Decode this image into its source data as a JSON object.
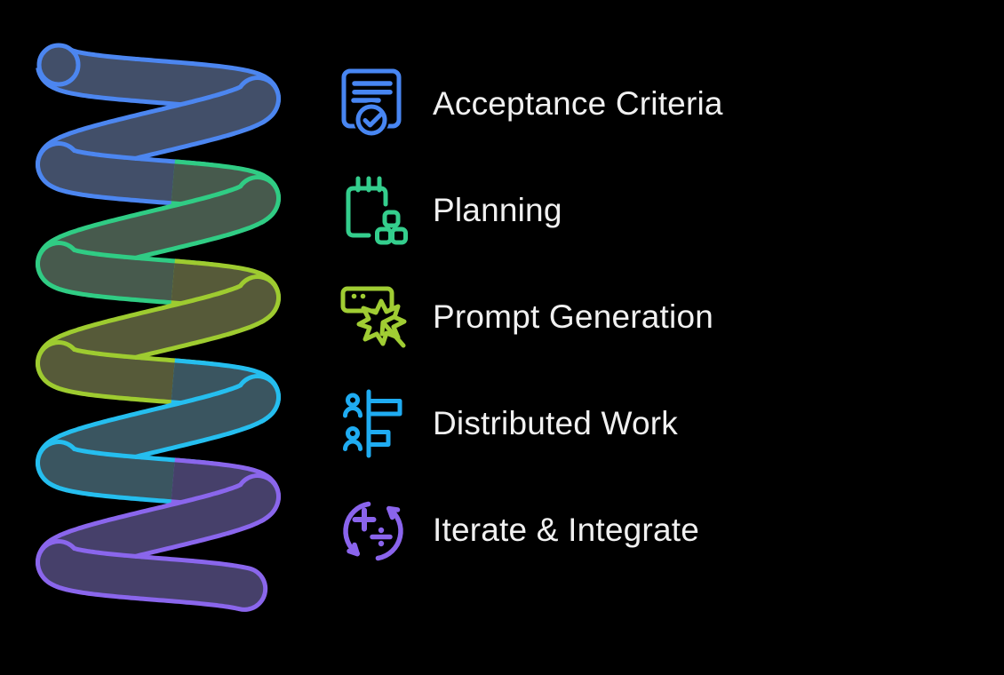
{
  "background_color": "#000000",
  "text_color": "#F1F1F1",
  "items": [
    {
      "label": "Acceptance Criteria",
      "icon": "document-check-icon",
      "color": "#4886F2"
    },
    {
      "label": "Planning",
      "icon": "planning-notepad-icon",
      "color": "#34CE8D"
    },
    {
      "label": "Prompt Generation",
      "icon": "prompt-spark-icon",
      "color": "#A0CD33"
    },
    {
      "label": "Distributed Work",
      "icon": "team-structure-icon",
      "color": "#1FACF2"
    },
    {
      "label": "Iterate & Integrate",
      "icon": "iterate-cycle-icon",
      "color": "#8A64EC"
    }
  ],
  "spiral": {
    "segments": [
      {
        "name": "blue",
        "stroke": "#4C86F0",
        "fill": "#424F69"
      },
      {
        "name": "green",
        "stroke": "#30CC84",
        "fill": "#475A4D"
      },
      {
        "name": "lime",
        "stroke": "#9ECB30",
        "fill": "#565A39"
      },
      {
        "name": "cyan",
        "stroke": "#25BEEF",
        "fill": "#3A5560"
      },
      {
        "name": "purple",
        "stroke": "#8A66EC",
        "fill": "#46406A"
      }
    ]
  }
}
